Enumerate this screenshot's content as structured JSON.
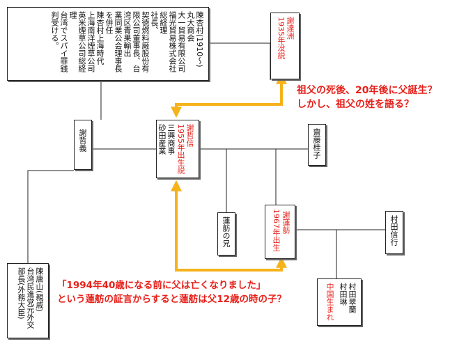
{
  "boxes": {
    "chen_xingcun": "陳杏村(1910〜)\n丸大商会\n大一貿易有限公司\n福光貿易株式会社\n総経理\n社長、\n契徳燃料廠股份有\n限公司董事長、台\n湾区青果輸出\n業同業公会理事長\nを併任\n陳杏村上海時代\n上海南洋煙草公司\n英米煙草公司総経\n理\n台湾でスパイ罪銭\n判受ける。",
    "xie_dazhou_name": "謝達洲",
    "xie_dazhou_note": "1935年没説",
    "xie_zhe_yi": "謝哲義",
    "xie_zhexin_name": "謝哲信",
    "xie_zhexin_note": "1955年出生説",
    "xie_zhexin_company": "三興商事\n砂田産業",
    "saito": "齋藤桂子",
    "renho_brother": "蓮舫の兄",
    "renho_name": "謝蓮舫",
    "renho_note": "1967年出生",
    "murata_nobuyuki": "村田信行",
    "murata_children": "村田翠蘭\n村田琳",
    "murata_children_note": "中国生まれ",
    "chen_tangshan": "陳唐山(親戚)\n台湾民進党元外交\n部長(外務大臣)"
  },
  "notes": {
    "note1_line1": "祖父の死後、20年後に父誕生？",
    "note1_line2": "しかし、祖父の姓を語る？",
    "note2_line1": "「1994年40歳になる前に父は亡くなりました」",
    "note2_line2": "という蓮舫の証言からすると蓮舫は父12歳の時の子？"
  },
  "colors": {
    "arrow": "#f5b21b",
    "red_text": "#e8201a",
    "line": "#222222"
  }
}
